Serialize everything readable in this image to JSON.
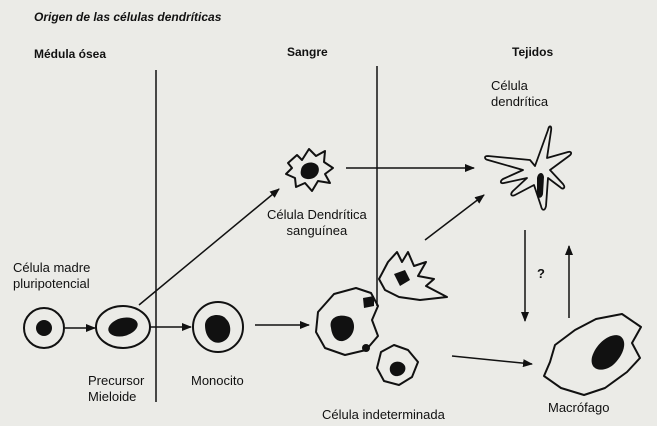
{
  "title": "Origen de las células dendríticas",
  "headers": {
    "bone_marrow": "Médula ósea",
    "blood": "Sangre",
    "tissues": "Tejidos"
  },
  "labels": {
    "stem_cell": [
      "Célula madre",
      "pluripotencial"
    ],
    "myeloid_precursor": [
      "Precursor",
      "Mieloide"
    ],
    "monocyte": "Monocito",
    "blood_dc": [
      "Célula Dendrítica",
      "sanguínea"
    ],
    "tissue_dc": [
      "Célula",
      "dendrítica"
    ],
    "indeterminate": "Célula indeterminada",
    "macrophage": "Macrófago",
    "question": "?"
  },
  "colors": {
    "background": "#ebebe7",
    "ink": "#111111"
  }
}
